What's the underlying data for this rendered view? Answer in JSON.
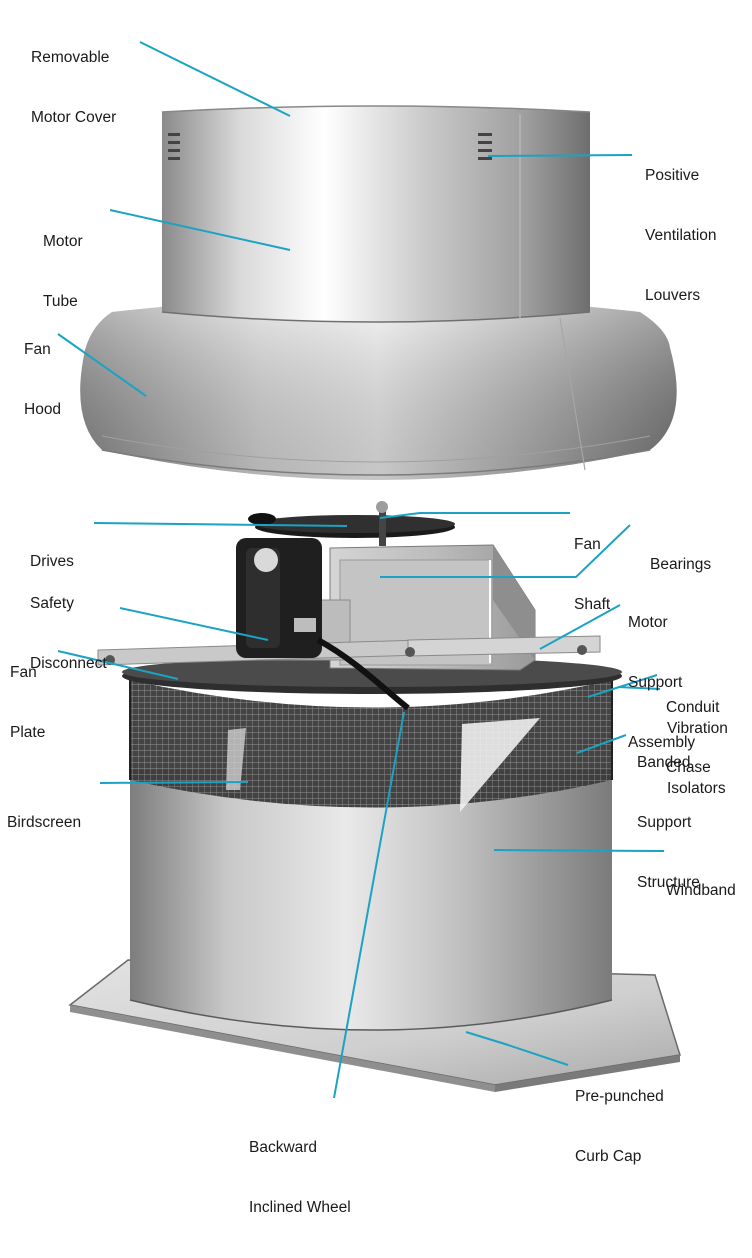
{
  "diagram": {
    "colors": {
      "leader": "#1aa3c2",
      "text": "#1a1a1a",
      "metal_light": "#e6e6e6",
      "metal_mid": "#b5b5b5",
      "metal_dark": "#6d6d6d",
      "screen": "#2a2a2a"
    },
    "labels": {
      "removable_motor_cover": [
        "Removable",
        "Motor Cover"
      ],
      "positive_ventilation_louvers": [
        "Positive",
        "Ventilation",
        "Louvers"
      ],
      "motor_tube": [
        "Motor",
        "Tube"
      ],
      "fan_hood": [
        "Fan",
        "Hood"
      ],
      "drives": [
        "Drives"
      ],
      "fan_shaft": [
        "Fan",
        "Shaft"
      ],
      "bearings": [
        "Bearings"
      ],
      "safety_disconnect": [
        "Safety",
        "Disconnect"
      ],
      "motor_support_assembly": [
        "Motor",
        "Support",
        "Assembly"
      ],
      "fan_plate": [
        "Fan",
        "Plate"
      ],
      "conduit_chase": [
        "Conduit",
        "Chase"
      ],
      "vibration_isolators": [
        "Vibration",
        "Isolators"
      ],
      "banded_support_structure": [
        "Banded",
        "Support",
        "Structure"
      ],
      "birdscreen": [
        "Birdscreen"
      ],
      "windband": [
        "Windband"
      ],
      "pre_punched_curb_cap": [
        "Pre-punched",
        "Curb Cap"
      ],
      "backward_inclined_wheel": [
        "Backward",
        "Inclined Wheel"
      ]
    }
  }
}
